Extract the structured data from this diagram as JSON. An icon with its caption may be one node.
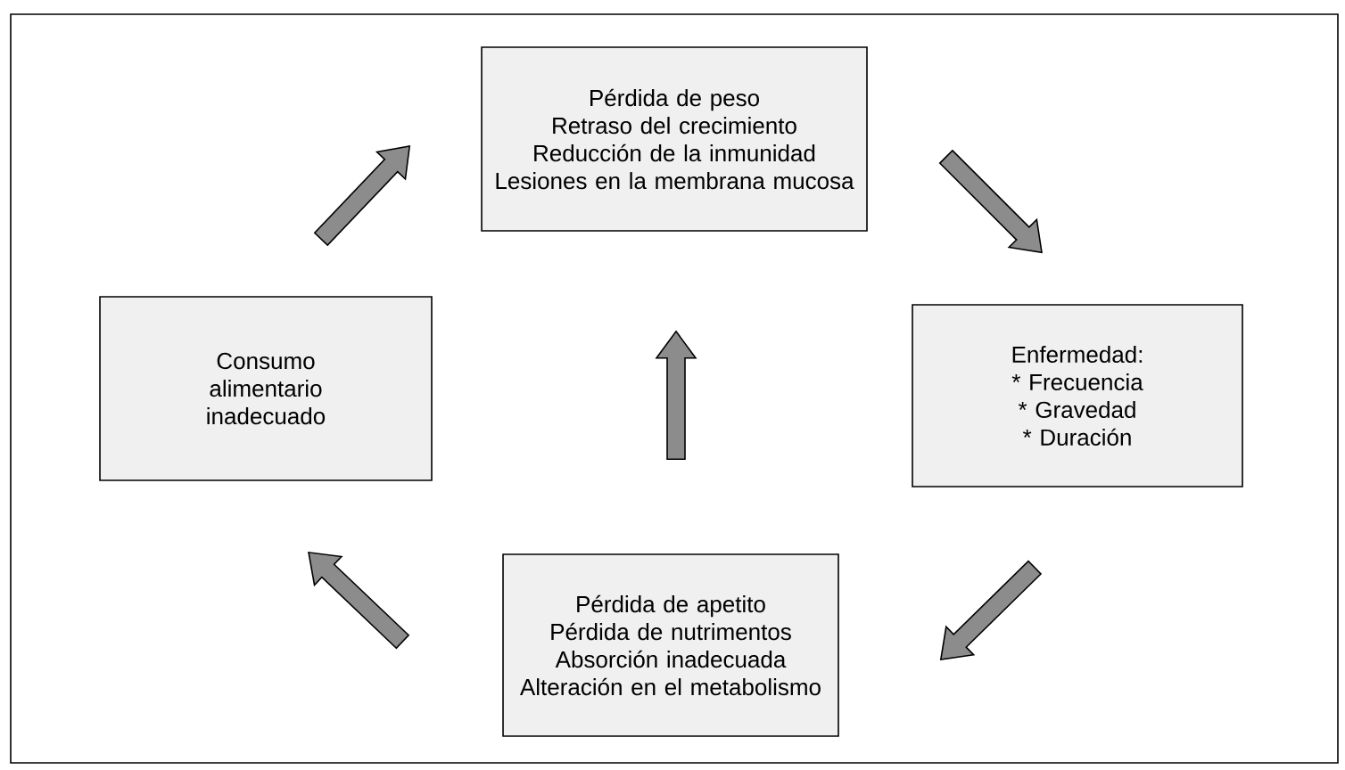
{
  "diagram": {
    "nodes": [
      {
        "text": [
          "Pérdida de peso",
          "Retraso del crecimiento",
          "Reducción de la inmunidad",
          "Lesiones en la membrana mucosa"
        ]
      },
      {
        "text": [
          "Enfermedad:",
          "* Frecuencia",
          "* Gravedad",
          "* Duración"
        ]
      },
      {
        "text": [
          "Pérdida de apetito",
          "Pérdida de nutrimentos",
          "Absorción inadecuada",
          "Alteración en el metabolismo"
        ]
      },
      {
        "text": [
          "Consumo alimentario inadecuado"
        ]
      }
    ],
    "edges": [
      {
        "from": 3,
        "to": 0,
        "arrow": "to"
      },
      {
        "from": 0,
        "to": 1,
        "arrow": "to"
      },
      {
        "from": 1,
        "to": 2,
        "arrow": "to"
      },
      {
        "from": 2,
        "to": 3,
        "arrow": "to"
      },
      {
        "from": 2,
        "to": 0,
        "arrow": "to"
      }
    ]
  }
}
